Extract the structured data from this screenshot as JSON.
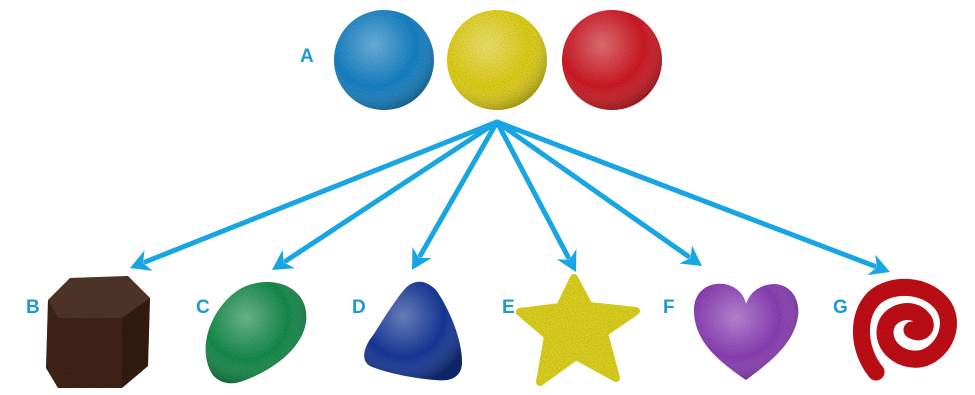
{
  "top_group": {
    "label": "A",
    "balls": [
      {
        "name": "blue",
        "color": "#1e8fd8"
      },
      {
        "name": "yellow",
        "color": "#f4e21a"
      },
      {
        "name": "red",
        "color": "#e2222b"
      }
    ]
  },
  "arrow_color": "#17a6e3",
  "shapes": [
    {
      "label": "B",
      "shape": "cube",
      "color": "#4a2c1c"
    },
    {
      "label": "C",
      "shape": "egg",
      "color": "#1f9a52"
    },
    {
      "label": "D",
      "shape": "triangle",
      "color": "#1f3fa8"
    },
    {
      "label": "E",
      "shape": "star",
      "color": "#f2e526"
    },
    {
      "label": "F",
      "shape": "heart",
      "color": "#9a46c8"
    },
    {
      "label": "G",
      "shape": "spiral",
      "color": "#d4161c"
    }
  ]
}
